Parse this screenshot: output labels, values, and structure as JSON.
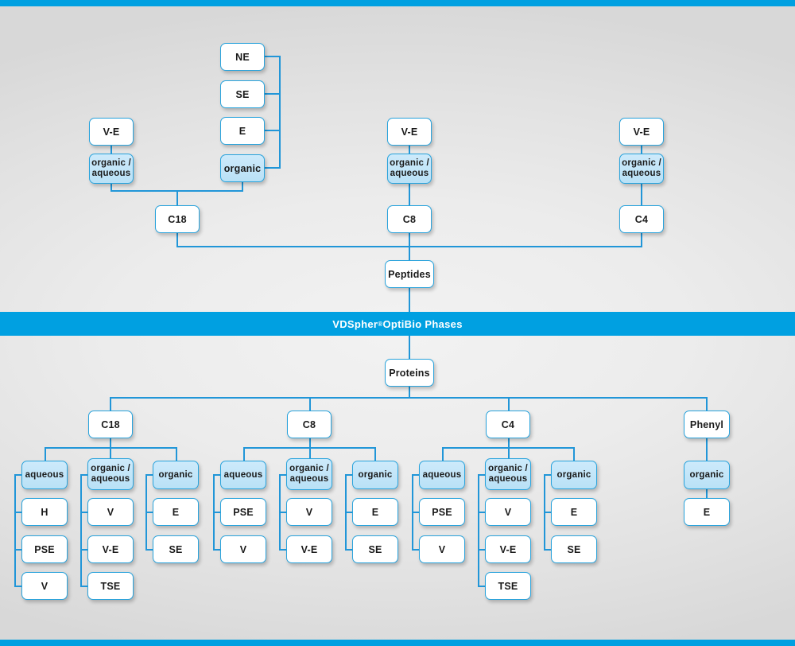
{
  "banner": {
    "brand": "VDSpher",
    "registered": "®",
    "title": " OptiBio Phases"
  },
  "top_section": {
    "root": "Peptides",
    "branches": [
      {
        "column": "c18",
        "chain_label": "C18",
        "modifier_boxes": [
          {
            "label": "V-E",
            "highlight": false
          },
          {
            "label": "organic /\naqueous",
            "highlight": true
          }
        ],
        "bus_boxes": [
          {
            "label": "NE",
            "highlight": false
          },
          {
            "label": "SE",
            "highlight": false
          },
          {
            "label": "E",
            "highlight": false
          },
          {
            "label": "organic",
            "highlight": true
          }
        ]
      },
      {
        "column": "c8",
        "chain_label": "C8",
        "modifier_boxes": [
          {
            "label": "V-E",
            "highlight": false
          },
          {
            "label": "organic /\naqueous",
            "highlight": true
          }
        ],
        "bus_boxes": []
      },
      {
        "column": "c4",
        "chain_label": "C4",
        "modifier_boxes": [
          {
            "label": "V-E",
            "highlight": false
          },
          {
            "label": "organic /\naqueous",
            "highlight": true
          }
        ],
        "bus_boxes": []
      }
    ]
  },
  "bottom_section": {
    "root": "Proteins",
    "branches": [
      {
        "phase": "C18",
        "groups": [
          {
            "name": "aqueous",
            "items": [
              "H",
              "PSE",
              "V"
            ]
          },
          {
            "name": "organic /\naqueous",
            "items": [
              "V",
              "V-E",
              "TSE"
            ]
          },
          {
            "name": "organic",
            "items": [
              "E",
              "SE"
            ]
          }
        ]
      },
      {
        "phase": "C8",
        "groups": [
          {
            "name": "aqueous",
            "items": [
              "PSE",
              "V"
            ]
          },
          {
            "name": "organic /\naqueous",
            "items": [
              "V",
              "V-E"
            ]
          },
          {
            "name": "organic",
            "items": [
              "E",
              "SE"
            ]
          }
        ]
      },
      {
        "phase": "C4",
        "groups": [
          {
            "name": "aqueous",
            "items": [
              "PSE",
              "V"
            ]
          },
          {
            "name": "organic /\naqueous",
            "items": [
              "V",
              "V-E",
              "TSE"
            ]
          },
          {
            "name": "organic",
            "items": [
              "E",
              "SE"
            ]
          }
        ]
      },
      {
        "phase": "Phenyl",
        "groups": [
          {
            "name": "organic",
            "items": [
              "E"
            ]
          }
        ]
      }
    ]
  },
  "colors": {
    "accent": "#00a0e1",
    "line": "#2196d8",
    "node_border": "#29a3dc",
    "node_fill": "#ffffff",
    "node_fill_highlight": "#bfe4f7",
    "background": "#ececec",
    "banner_text": "#ffffff"
  }
}
